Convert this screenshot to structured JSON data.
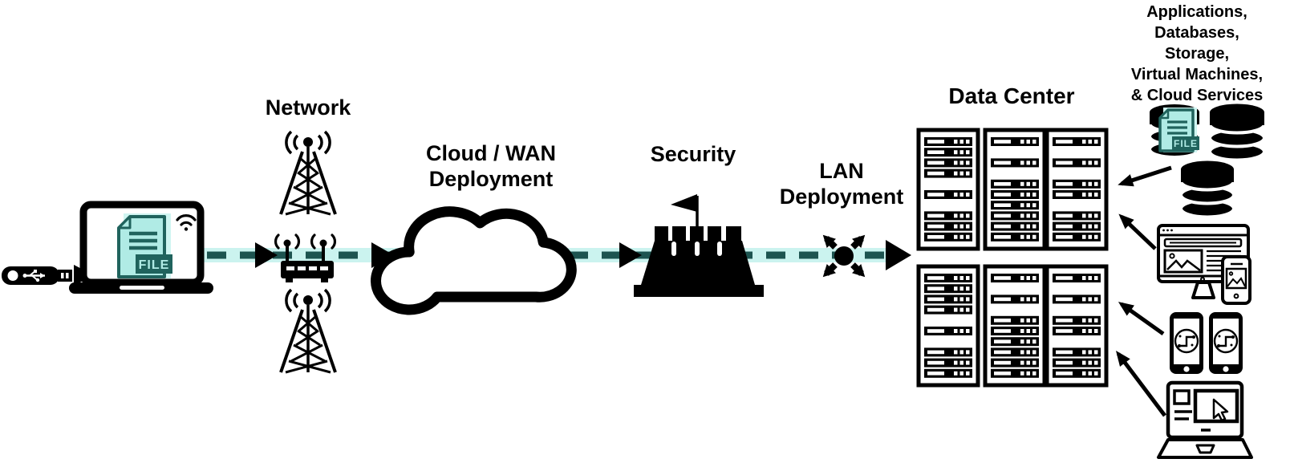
{
  "labels": {
    "network": "Network",
    "cloud_wan_line1": "Cloud / WAN",
    "cloud_wan_line2": "Deployment",
    "security": "Security",
    "lan_line1": "LAN",
    "lan_line2": "Deployment",
    "data_center": "Data Center",
    "services_line1": "Applications,",
    "services_line2": "Databases,",
    "services_line3": "Storage,",
    "services_line4": "Virtual Machines,",
    "services_line5": "& Cloud Services"
  },
  "file_badge_text": "FILE",
  "colors": {
    "flow_band": "#cbf3ef",
    "flow_dash": "#1d5450",
    "file_fill": "#b0ebe5",
    "file_outline": "#20635d",
    "file_glow": "#cff5f1",
    "icon_black": "#000000"
  },
  "icons": [
    "usb-drive-icon",
    "laptop-icon",
    "wifi-icon",
    "file-icon",
    "radio-tower-icon",
    "router-icon",
    "cloud-icon",
    "castle-icon",
    "lan-hub-icon",
    "server-rack-icon",
    "database-icon",
    "web-monitor-icon",
    "smartphone-icon",
    "laptop-cursor-icon",
    "arrow-icon"
  ],
  "data_center": {
    "rack_rows": 2,
    "rack_cols": 3,
    "rack_patterns": {
      "col0": [
        1,
        1,
        1,
        1,
        0,
        1,
        0,
        1,
        1,
        1
      ],
      "col1": [
        1,
        0,
        1,
        0,
        1,
        1,
        1,
        1,
        1,
        1
      ],
      "col2": [
        1,
        0,
        1,
        0,
        1,
        1,
        0,
        1,
        1,
        1
      ]
    }
  }
}
